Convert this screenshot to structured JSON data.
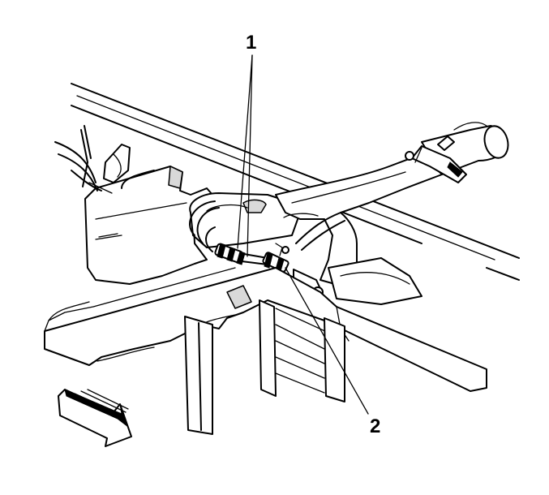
{
  "callouts": [
    {
      "id": "callout-1",
      "label": "1"
    },
    {
      "id": "callout-2",
      "label": "2"
    }
  ],
  "colors": {
    "line": "#000000",
    "background": "#ffffff",
    "shade": "#d9d9d9"
  }
}
